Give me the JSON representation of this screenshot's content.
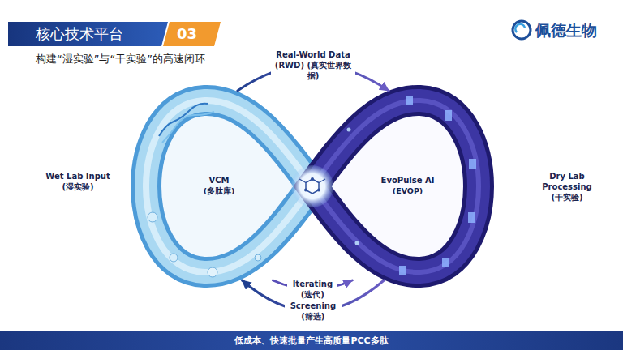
{
  "diagram": {
    "title": "核心技术平台",
    "caption": "低成本、快速批量产生高质量PCC多肽",
    "nodes": [
      {
        "text": [
          "VCM",
          "(多肽库)"
        ]
      },
      {
        "text": [
          "EvoPulse AI",
          "(EVOP)"
        ]
      }
    ],
    "edges": [
      {
        "from": 0,
        "to": 1,
        "arrow": "to",
        "label": "Real-World Data (RWD) (真实世界数据)"
      },
      {
        "from": 0,
        "to": 1,
        "arrow": "to",
        "label": "Iterating (迭代)"
      },
      {
        "from": 1,
        "to": 0,
        "arrow": "to",
        "label": "Screening (筛选)"
      }
    ],
    "labels": [
      "03",
      "构建“湿实验”与“干实验”的高速闭环",
      "佩德生物",
      "Wet Lab Input (湿实验)",
      "Dry Lab Processing (干实验)"
    ]
  }
}
